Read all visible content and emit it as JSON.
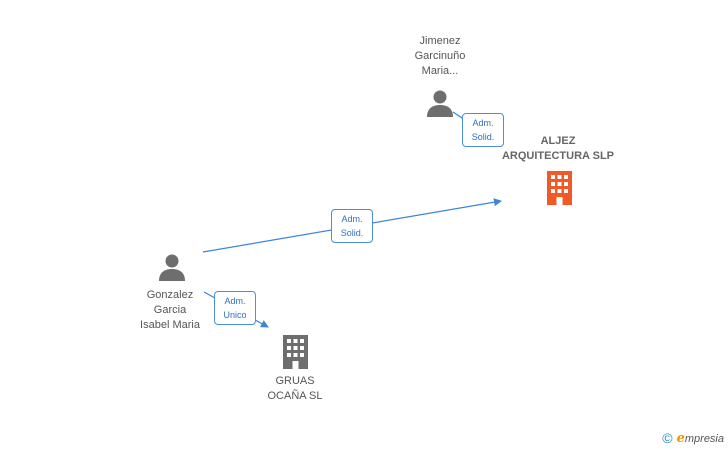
{
  "nodes": {
    "jimenez": {
      "lines": [
        "Jimenez",
        "Garcinuño",
        "Maria..."
      ],
      "type": "person"
    },
    "aljez": {
      "lines": [
        "ALJEZ",
        "ARQUITECTURA SLP"
      ],
      "type": "company-main"
    },
    "gonzalez": {
      "lines": [
        "Gonzalez",
        "Garcia",
        "Isabel Maria"
      ],
      "type": "person"
    },
    "gruas": {
      "lines": [
        "GRUAS",
        "OCAÑA SL"
      ],
      "type": "company"
    }
  },
  "edges": [
    {
      "id": "jimenez-aljez",
      "from": "jimenez",
      "to": "aljez",
      "lines": [
        "Adm.",
        "Solid."
      ]
    },
    {
      "id": "gonzalez-aljez",
      "from": "gonzalez",
      "to": "aljez",
      "lines": [
        "Adm.",
        "Solid."
      ]
    },
    {
      "id": "gonzalez-gruas",
      "from": "gonzalez",
      "to": "gruas",
      "lines": [
        "Adm.",
        "Unico"
      ]
    }
  ],
  "colors": {
    "person": "#6e6e6e",
    "company": "#6e6e6e",
    "company_main": "#f05a28",
    "edge": "#3b86d8"
  },
  "copyright": {
    "symbol": "©",
    "brand_initial": "e",
    "brand_rest": "mpresia"
  }
}
